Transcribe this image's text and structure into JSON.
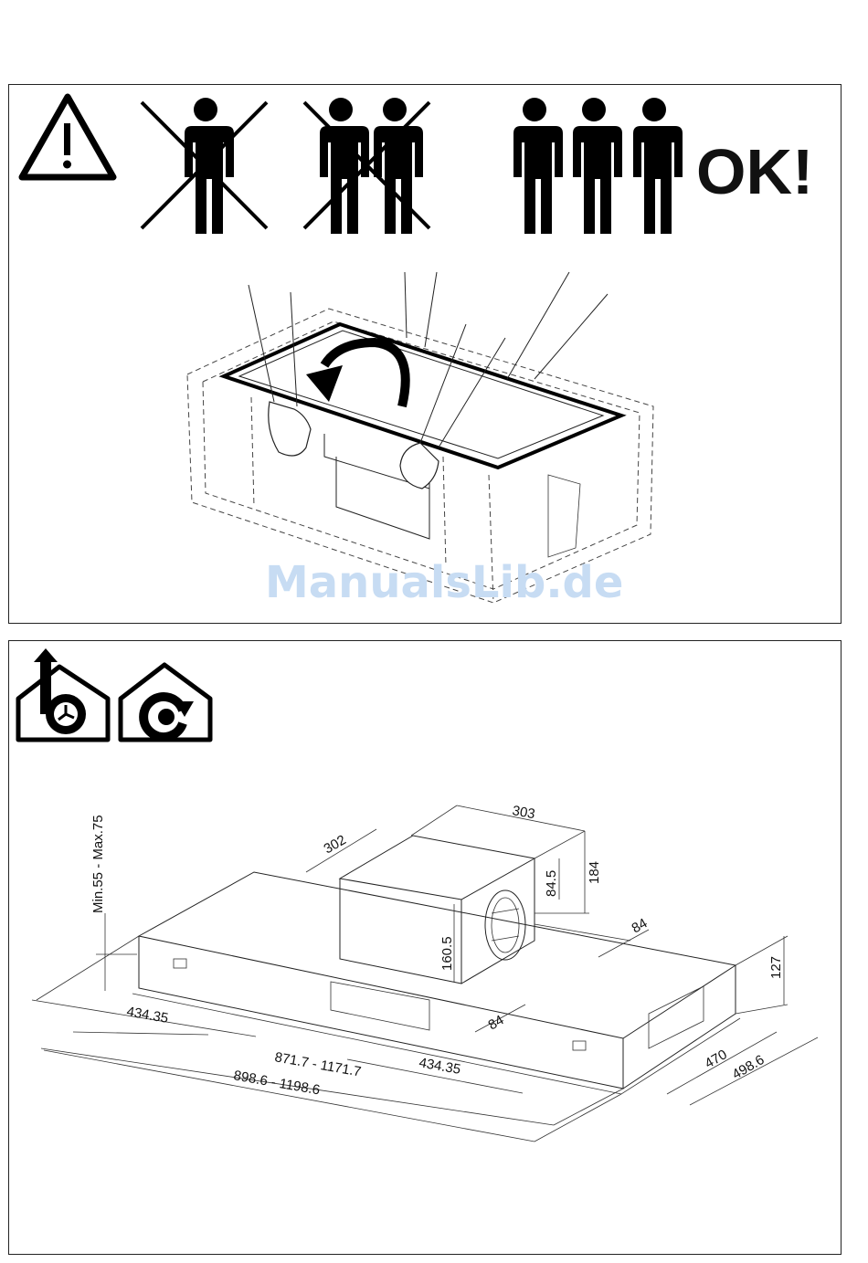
{
  "warning": {
    "ok_label": "OK!"
  },
  "watermark": {
    "text": "ManualsLib.de"
  },
  "dimensions": {
    "min_max": "Min.55 - Max.75",
    "motor_width": "303",
    "motor_depth": "302",
    "motor_height": "184",
    "outlet_offset_top": "84.5",
    "outlet_offset_bottom": "160.5",
    "side_offset_right": "84",
    "side_offset_bottom": "84",
    "body_height": "127",
    "left_offset": "434.35",
    "center_offset": "434.35",
    "inner_width": "871.7 - 1171.7",
    "outer_width": "898.6 - 1198.6",
    "inner_depth": "470",
    "outer_depth": "498.6"
  }
}
